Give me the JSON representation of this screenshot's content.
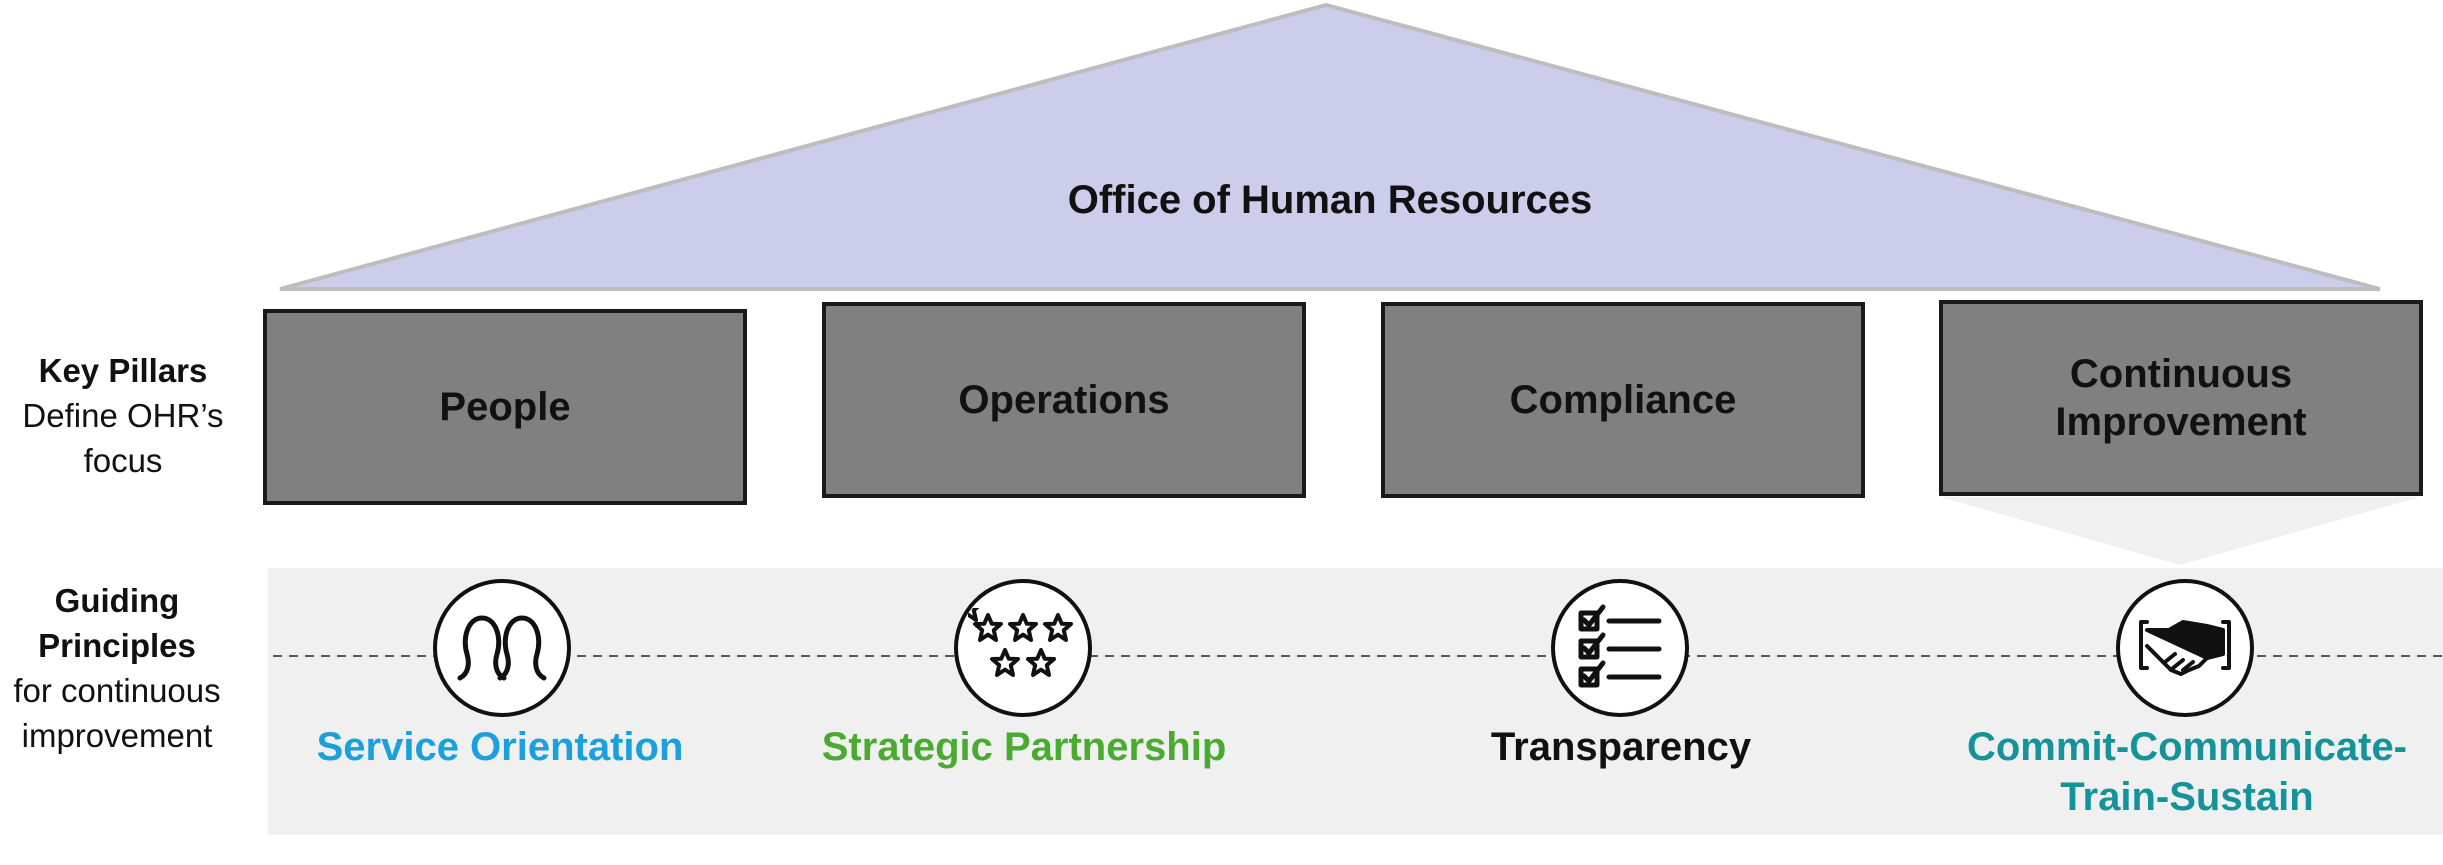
{
  "roof": {
    "title": "Office of Human Resources"
  },
  "left_labels": {
    "pillars_bold": "Key Pillars",
    "pillars_rest": "Define OHR’s focus",
    "principles_bold": "Guiding Principles",
    "principles_rest": " for continuous improvement"
  },
  "pillars": [
    "People",
    "Operations",
    "Compliance",
    "Continuous Improvement"
  ],
  "principles": [
    {
      "label": "Service Orientation",
      "icon": "people-icon",
      "color": "#1aa0dc"
    },
    {
      "label": "Strategic Partnership",
      "icon": "stars-icon",
      "color": "#49ab2f"
    },
    {
      "label": "Transparency",
      "icon": "checklist-icon",
      "color": "#111111"
    },
    {
      "label": "Commit-Communicate-Train-Sustain",
      "icon": "handshake-icon",
      "color": "#14939a"
    }
  ],
  "colors": {
    "roof": "#cccceb",
    "pillar": "#808080",
    "band": "#f0f0f0"
  }
}
